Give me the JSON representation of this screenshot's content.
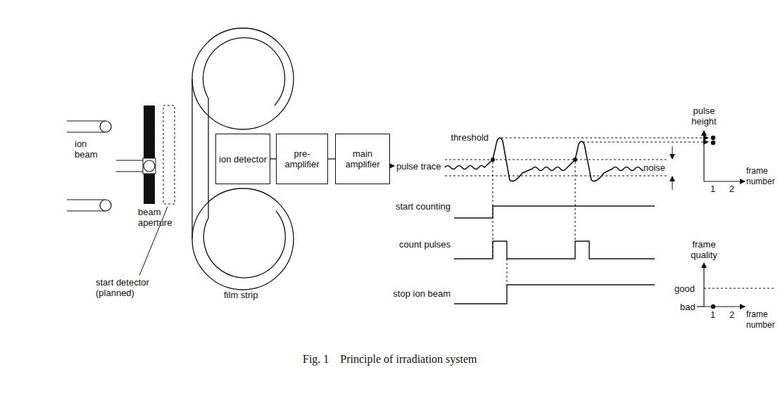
{
  "diagram": {
    "caption": "Fig. 1    Principle of irradiation system",
    "nodes": [
      {
        "text": [
          "ion detector"
        ]
      },
      {
        "text": [
          "pre-amplifier"
        ]
      },
      {
        "text": [
          "main amplifier"
        ]
      }
    ],
    "edges": [
      {
        "from": 0,
        "to": 1,
        "arrow": "none"
      },
      {
        "from": 1,
        "to": 2,
        "arrow": "none"
      }
    ],
    "labels": [
      "ion beam",
      "beam aperture",
      "start detector (planned)",
      "film strip",
      "pulse trace",
      "threshold",
      "noise",
      "start counting",
      "count pulses",
      "stop ion beam",
      "pulse height",
      "1",
      "2",
      "frame number",
      "frame quality",
      "good",
      "bad",
      "1",
      "2",
      "frame number"
    ]
  }
}
